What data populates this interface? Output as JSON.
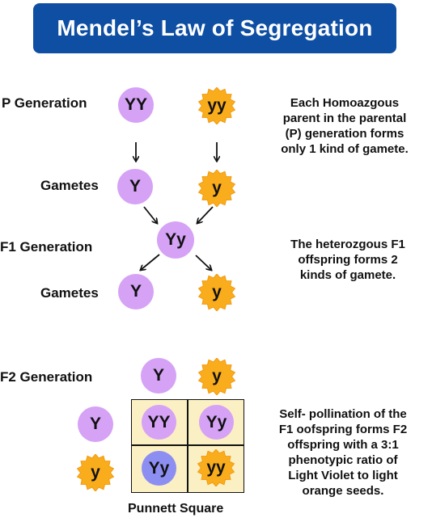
{
  "title": "Mendel’s Law of Segregation",
  "labels": {
    "p_generation": "P Generation",
    "gametes_1": "Gametes",
    "f1_generation": "F1 Generation",
    "gametes_2": "Gametes",
    "f2_generation": "F2 Generation",
    "punnett_square": "Punnett Square"
  },
  "descriptions": {
    "p": [
      "Each Homoazgous",
      "parent in the parental",
      "(P) generation forms",
      "only 1 kind of gamete."
    ],
    "f1": [
      "The heterozgous F1",
      "offspring forms 2",
      "kinds of gamete."
    ],
    "f2": [
      "Self- pollination of the",
      "F1 oofspring forms F2",
      "offspring with a 3:1",
      "phenotypic ratio of",
      "Light Violet to light",
      "orange seeds."
    ]
  },
  "genotypes": {
    "p_left": "YY",
    "p_right": "yy",
    "gamete1_left": "Y",
    "gamete1_right": "y",
    "f1": "Yy",
    "gamete2_left": "Y",
    "gamete2_right": "y",
    "f2_top_left": "Y",
    "f2_top_right": "y",
    "f2_side_top": "Y",
    "f2_side_bottom": "y",
    "cell_tl": "YY",
    "cell_tr": "Yy",
    "cell_bl": "Yy",
    "cell_br": "yy"
  },
  "colors": {
    "title_bg": "#0e4ea3",
    "violet": "#d5a2f6",
    "blue_violet": "#8d8ef2",
    "orange": "#f9ad1d",
    "punnett_bg": "#fbf0c3"
  },
  "icons": [
    "violet-circle",
    "orange-sunburst",
    "arrow"
  ]
}
